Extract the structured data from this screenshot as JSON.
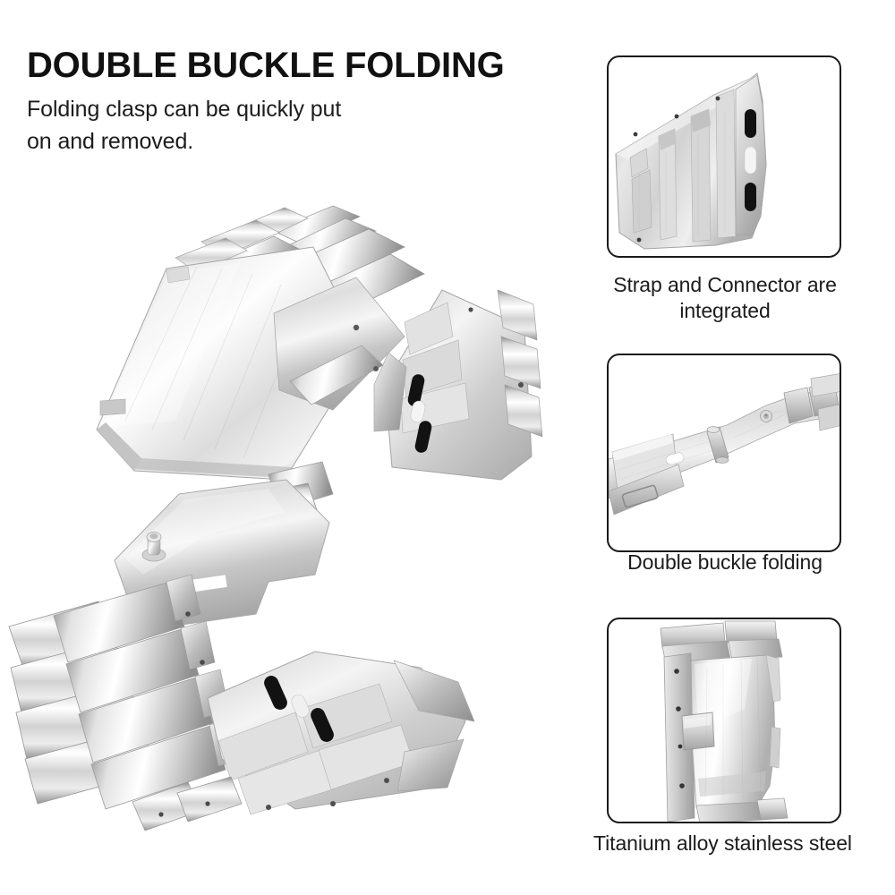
{
  "headline": {
    "title": "DOUBLE BUCKLE FOLDING",
    "subtitle_line_1": "Folding clasp can be quickly put",
    "subtitle_line_2": "on and removed."
  },
  "hero": {
    "name": "stainless-steel-watch-band-open-clasp",
    "description": "Silver titanium alloy stainless steel Apple Watch band shown open with folding clasp and connector"
  },
  "panels": [
    {
      "id": "panel-1",
      "image_name": "strap-connector-closeup",
      "caption_line_1": "Strap and Connector are",
      "caption_line_2": "integrated"
    },
    {
      "id": "panel-2",
      "image_name": "folding-clasp-closeup",
      "caption_line_1": "Double buckle folding",
      "caption_line_2": ""
    },
    {
      "id": "panel-3",
      "image_name": "clasp-cover-closeup",
      "caption_line_1": "Titanium alloy stainless steel",
      "caption_line_2": ""
    }
  ],
  "colors": {
    "background": "#ffffff",
    "text": "#1c1c1c",
    "heading": "#111111",
    "panel_border": "#1a1a1a",
    "metal_light": "#f2f2f2",
    "metal_mid": "#c9c9c9",
    "metal_dark": "#8f8f8f",
    "slot_black": "#121212"
  }
}
